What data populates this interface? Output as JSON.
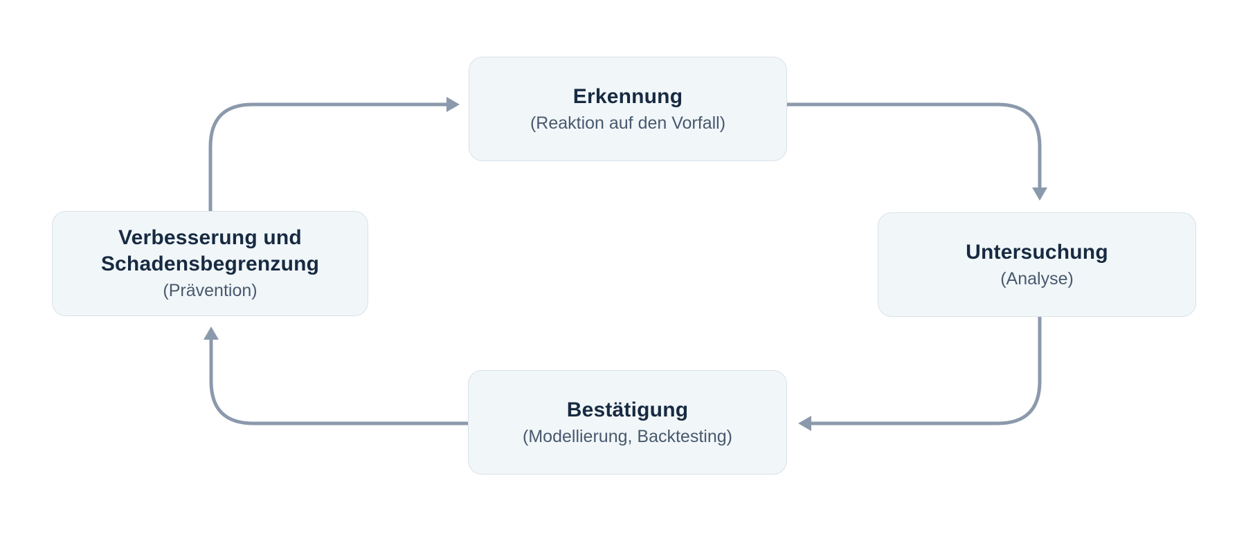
{
  "diagram": {
    "type": "cycle",
    "nodes": [
      {
        "id": "erkennung",
        "position": "top",
        "title": "Erkennung",
        "subtitle": "(Reaktion auf den Vorfall)"
      },
      {
        "id": "untersuchung",
        "position": "right",
        "title": "Untersuchung",
        "subtitle": "(Analyse)"
      },
      {
        "id": "bestaetigung",
        "position": "bottom",
        "title": "Bestätigung",
        "subtitle": "(Modellierung, Backtesting)"
      },
      {
        "id": "verbesserung",
        "position": "left",
        "title": "Verbesserung und Schadensbegrenzung",
        "subtitle": "(Prävention)"
      }
    ],
    "edges": [
      {
        "from": "verbesserung",
        "to": "erkennung"
      },
      {
        "from": "erkennung",
        "to": "untersuchung"
      },
      {
        "from": "untersuchung",
        "to": "bestaetigung"
      },
      {
        "from": "bestaetigung",
        "to": "verbesserung"
      }
    ],
    "colors": {
      "background": "#ffffff",
      "node_fill": "#f1f6f9",
      "node_border": "#d9e1e8",
      "title_text": "#172a41",
      "subtitle_text": "#48596d",
      "arrow": "#8b99ac"
    }
  }
}
